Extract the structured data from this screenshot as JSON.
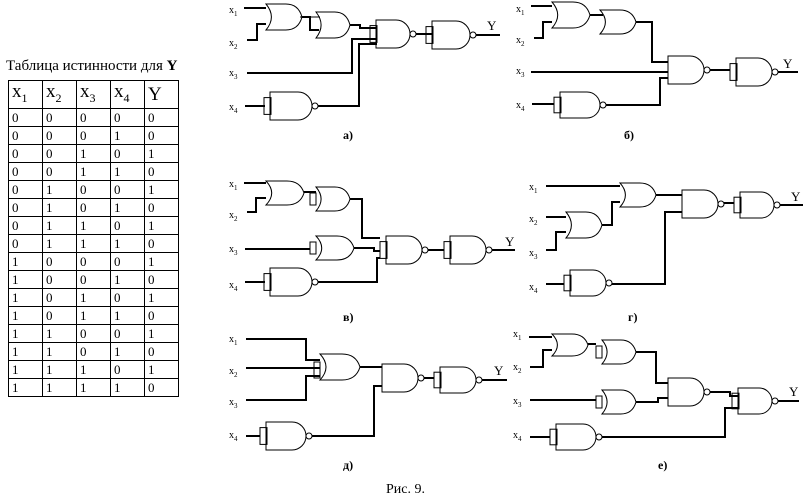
{
  "truth_table": {
    "title_text": "Таблица истинности для ",
    "title_var": "Y",
    "headers": [
      {
        "main": "x",
        "sub": "1"
      },
      {
        "main": "x",
        "sub": "2"
      },
      {
        "main": "x",
        "sub": "3"
      },
      {
        "main": "x",
        "sub": "4"
      },
      {
        "main": "Y",
        "sub": ""
      }
    ],
    "rows": [
      [
        "0",
        "0",
        "0",
        "0",
        "0"
      ],
      [
        "0",
        "0",
        "0",
        "1",
        "0"
      ],
      [
        "0",
        "0",
        "1",
        "0",
        "1"
      ],
      [
        "0",
        "0",
        "1",
        "1",
        "0"
      ],
      [
        "0",
        "1",
        "0",
        "0",
        "1"
      ],
      [
        "0",
        "1",
        "0",
        "1",
        "0"
      ],
      [
        "0",
        "1",
        "1",
        "0",
        "1"
      ],
      [
        "0",
        "1",
        "1",
        "1",
        "0"
      ],
      [
        "1",
        "0",
        "0",
        "0",
        "1"
      ],
      [
        "1",
        "0",
        "0",
        "1",
        "0"
      ],
      [
        "1",
        "0",
        "1",
        "0",
        "1"
      ],
      [
        "1",
        "0",
        "1",
        "1",
        "0"
      ],
      [
        "1",
        "1",
        "0",
        "0",
        "1"
      ],
      [
        "1",
        "1",
        "0",
        "1",
        "0"
      ],
      [
        "1",
        "1",
        "1",
        "0",
        "1"
      ],
      [
        "1",
        "1",
        "1",
        "1",
        "0"
      ]
    ]
  },
  "inputs": {
    "x1": "1",
    "x2": "2",
    "x3": "3",
    "x4": "4",
    "prefix": "x"
  },
  "output_label": "Y",
  "variant_labels": {
    "a": "а)",
    "b": "б)",
    "v": "в)",
    "g": "г)",
    "d": "д)",
    "e": "е)"
  },
  "caption": "Рис. 9."
}
